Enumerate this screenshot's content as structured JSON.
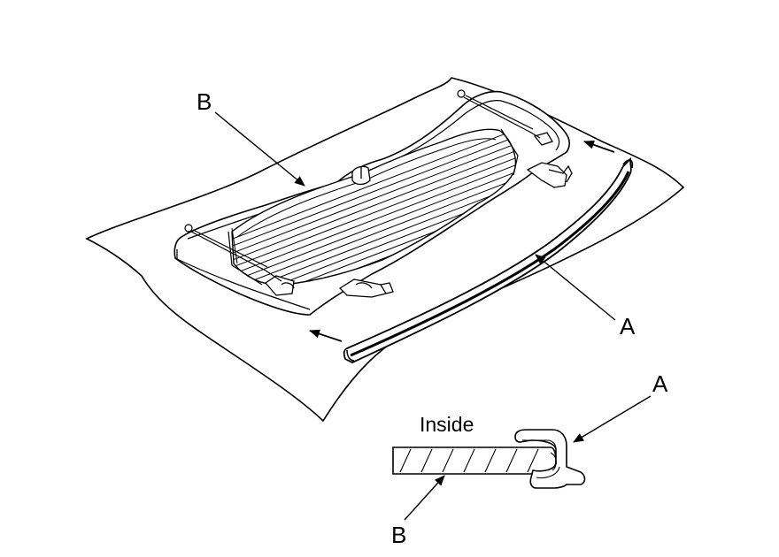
{
  "labels": {
    "glass_callout": "B",
    "molding_callout": "A",
    "detail_molding_callout": "A",
    "detail_glass_callout": "B",
    "inside_text": "Inside"
  },
  "colors": {
    "line": "#000000",
    "background": "#ffffff"
  }
}
